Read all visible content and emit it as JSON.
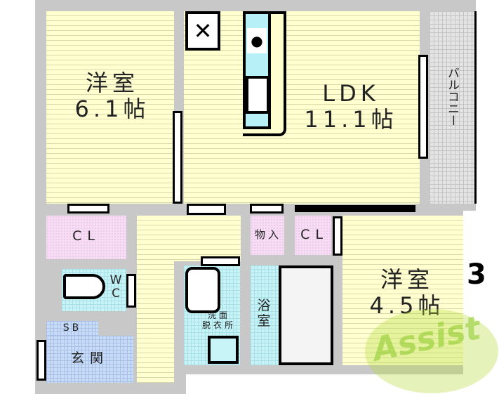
{
  "rooms": {
    "western1": {
      "name": "洋室",
      "size": "6.1帖"
    },
    "ldk": {
      "name": "LDK",
      "size": "11.1帖"
    },
    "balcony": {
      "name": "バルコニー"
    },
    "closet1": {
      "name": "CL"
    },
    "storage": {
      "name": "物入"
    },
    "closet2": {
      "name": "CL"
    },
    "western2": {
      "name": "洋室",
      "size": "4.5帖"
    },
    "wc": {
      "name": "WC"
    },
    "sb": {
      "name": "SB"
    },
    "entrance": {
      "name": "玄関"
    },
    "washroom": {
      "name": "洗面\n脱衣所"
    },
    "bath": {
      "name": "浴室"
    }
  },
  "watermark": "Assist",
  "colors": {
    "room": "#ffffd0",
    "wet": "#c8f4f8",
    "closet": "#f6dcf4",
    "entrance": "#c8dcf8",
    "wall": "#c8c8c8"
  }
}
